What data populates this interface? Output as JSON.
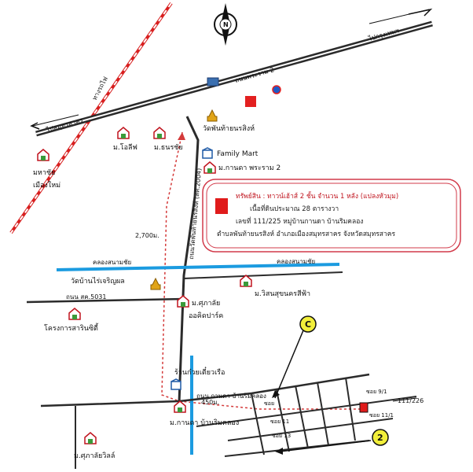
{
  "map": {
    "north": "N",
    "roads": {
      "rama2": "ถนนพระราม 2",
      "to_bangkok": "ไปกรุงเทพฯ",
      "to_samut_sakhon": "ไปสมุทรสาคร",
      "railway": "ทางรถไฟ",
      "road_2004": "ถนนวัดพันท้ายนรสิงห์ (สค.2004)",
      "road_5031": "ถนน สค.5031",
      "soi_main": "ถนน กานดา บ้านริมคลอง",
      "soi_9_1": "ซอย 9/1",
      "soi_11": "ซอย 11",
      "soi_11_1": "ซอย 11/1",
      "soi_13": "ซอย 13",
      "soi_a": "ซอย"
    },
    "canals": {
      "canal_west": "คลองสนามชัย",
      "canal_east": "คลองสนามชัย"
    },
    "distances": {
      "d2700": "2,700ม.",
      "d450": "450ม."
    },
    "places": {
      "wat_phanthai": "วัดพันท้ายนรสิงห์",
      "family_mart": "Family Mart",
      "kanda_rama2": "ม.กานดา พระราม 2",
      "olive": "ม.โอลีฟ",
      "thanachai": "ม.ธนรชัย",
      "mahachai_1": "มหาชัย",
      "mahachai_2": "เมืองใหม่",
      "wat_rai_charoen": "วัดบ้านไร่เจริญผล",
      "visun": "ม.วิสนสุขนครสีฟ้า",
      "suksa_1": "ม.ศุภาลัย",
      "suksa_2": "ออคิดปาร์ค",
      "sarin": "โครงการสารินซิตี้",
      "noodle_1": "ร้านก๋วยเตี๋ยวเรือ",
      "kanda_rim": "ม.กานดา บ้านริมคลอง",
      "suksa_ville": "ม.ศุภาลัยวิลล์",
      "house_no": "111/226"
    },
    "markers": {
      "c": "C",
      "two": "2"
    },
    "info_box": {
      "line1": "ทรัพย์สิน : ทาวน์เฮ้าส์ 2 ชั้น จำนวน 1 หลัง (แปลงหัวมุม)",
      "line2": "เนื้อที่ดินประมาณ 28 ตารางวา",
      "line3": "เลขที่ 111/225 หมู่บ้านกานดา บ้านริมคลอง",
      "line4": "ตำบลพันท้ายนรสิงห์ อำเภอเมืองสมุทรสาคร จังหวัดสมุทรสาคร"
    },
    "colors": {
      "road": "#2b2b2b",
      "canal": "#1b9be0",
      "route": "#d43a3a",
      "railway": "#d81f1f",
      "box_border": "#d23a4a",
      "property": "#e01b1b",
      "marker_yellow": "#f2ef3a"
    }
  }
}
